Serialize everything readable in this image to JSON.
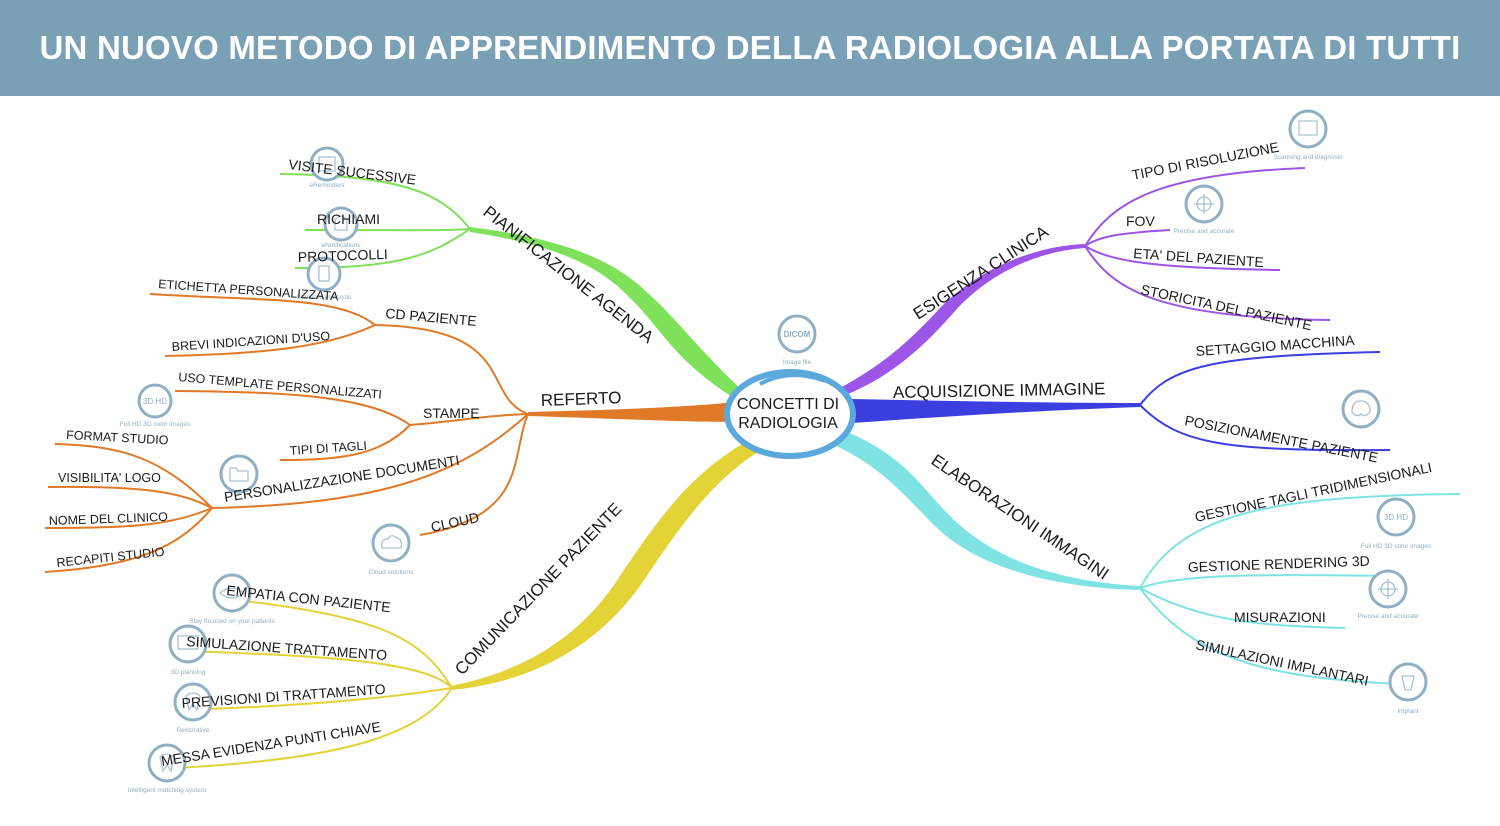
{
  "title": "UN NUOVO METODO DI APPRENDIMENTO DELLA RADIOLOGIA ALLA PORTATA DI TUTTI",
  "center": {
    "line1": "CONCETTI DI",
    "line2": "RADIOLOGIA"
  },
  "branches": {
    "pianificazione": {
      "label": "PIANIFICAZIONE AGENDA",
      "color": "#7fe05a",
      "children": [
        "VISITE SUCESSIVE",
        "RICHIAMI",
        "PROTOCOLLI"
      ]
    },
    "referto": {
      "label": "REFERTO",
      "color": "#e07a28",
      "cd_paziente": {
        "label": "CD PAZIENTE",
        "children": [
          "ETICHETTA PERSONALIZZATA",
          "BREVI INDICAZIONI D'USO"
        ]
      },
      "stampe": {
        "label": "STAMPE",
        "children": [
          "USO TEMPLATE PERSONALIZZATI",
          "TIPI DI TAGLI"
        ]
      },
      "personalizzazione": {
        "label": "PERSONALIZZAZIONE DOCUMENTI",
        "children": [
          "FORMAT STUDIO",
          "VISIBILITA' LOGO",
          "NOME DEL CLINICO",
          "RECAPITI STUDIO"
        ]
      },
      "cloud": "CLOUD"
    },
    "comunicazione": {
      "label": "COMUNICAZIONE PAZIENTE",
      "color": "#e3d336",
      "children": [
        "EMPATIA CON PAZIENTE",
        "SIMULAZIONE TRATTAMENTO",
        "PREVISIONI DI TRATTAMENTO",
        "MESSA EVIDENZA PUNTI CHIAVE"
      ]
    },
    "esigenza": {
      "label": "ESIGENZA CLINICA",
      "color": "#9c55e6",
      "children": [
        "TIPO DI RISOLUZIONE",
        "FOV",
        "ETA' DEL PAZIENTE",
        "STORICITA DEL PAZIENTE"
      ]
    },
    "acquisizione": {
      "label": "ACQUISIZIONE IMMAGINE",
      "color": "#3c3fdf",
      "children": [
        "SETTAGGIO MACCHINA",
        "POSIZIONAMENTE PAZIENTE"
      ]
    },
    "elaborazioni": {
      "label": "ELABORAZIONI IMMAGINI",
      "color": "#7fe3e3",
      "children": [
        "GESTIONE TAGLI TRIDIMENSIONALI",
        "GESTIONE RENDERING 3D",
        "MISURAZIONI",
        "SIMULAZIONI IMPLANTARI"
      ]
    }
  },
  "icons": {
    "dicom": {
      "name": "dicom-icon",
      "badge": "DICOM",
      "caption": "Image file"
    },
    "ereminders": {
      "name": "calendar-icon",
      "caption": "eReminders"
    },
    "notifications": {
      "name": "bell-icon",
      "caption": "eNotifications"
    },
    "protocols": {
      "name": "document-icon",
      "caption": "Standard protocols"
    },
    "fullhd_left": {
      "name": "3d-hd-icon",
      "badge": "3D HD",
      "caption": "Full HD 3D color images"
    },
    "folder": {
      "name": "folder-icon",
      "caption": ""
    },
    "cloud": {
      "name": "cloud-icon",
      "caption": "Cloud solutions"
    },
    "stay_focused": {
      "name": "eye-icon",
      "caption": "Stay focused on your patients"
    },
    "planning3d": {
      "name": "monitor-icon",
      "caption": "3D planning"
    },
    "restorative": {
      "name": "tooth-icon",
      "caption": "Restorative"
    },
    "matching": {
      "name": "tooth-match-icon",
      "caption": "Intelligent matching system"
    },
    "scanning": {
      "name": "scanner-icon",
      "caption": "Scanning and diagnosis"
    },
    "precise_top": {
      "name": "crosshair-icon",
      "caption": "Precise and accurate"
    },
    "brain": {
      "name": "brain-icon",
      "caption": ""
    },
    "fullhd_right": {
      "name": "3d-hd-icon",
      "badge": "3D HD",
      "caption": "Full HD 3D color images"
    },
    "precise_bottom": {
      "name": "crosshair-icon",
      "caption": "Precise and accurate"
    },
    "implant": {
      "name": "implant-icon",
      "caption": "Implant"
    }
  }
}
